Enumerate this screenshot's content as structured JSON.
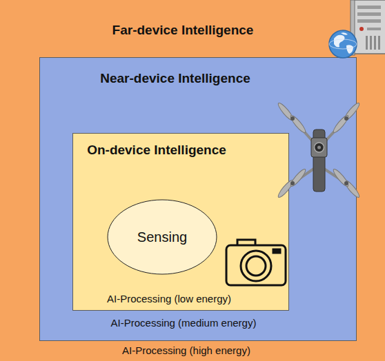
{
  "diagram": {
    "nodes": [
      {
        "text": [
          "Far-device Intelligence",
          "AI-Processing (high energy)"
        ]
      },
      {
        "text": [
          "Near-device Intelligence",
          "AI-Processing (medium energy)"
        ],
        "in": 0
      },
      {
        "text": [
          "On-device Intelligence",
          "AI-Processing (low energy)"
        ],
        "in": 1
      },
      {
        "text": [
          "Sensing"
        ],
        "in": 2
      }
    ]
  }
}
